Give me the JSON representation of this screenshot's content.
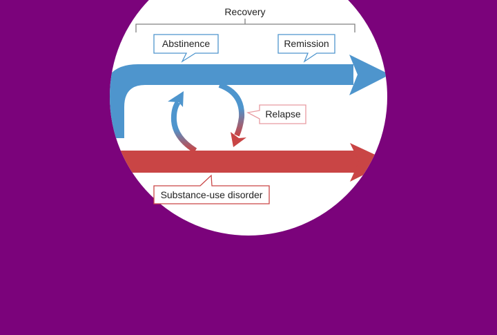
{
  "background_color": "#7b037b",
  "diagram": {
    "bracket_label": "Recovery",
    "labels": {
      "abstinence": "Abstinence",
      "remission": "Remission",
      "relapse": "Relapse",
      "disorder": "Substance-use disorder"
    },
    "colors": {
      "recovery_arrow": "#4e95cd",
      "disorder_arrow": "#c94545",
      "recovery_label_border": "#4e95cd",
      "relapse_label_border": "#e89aa0",
      "disorder_label_border": "#c94545",
      "bracket_line": "#808080",
      "text": "#222222"
    }
  }
}
